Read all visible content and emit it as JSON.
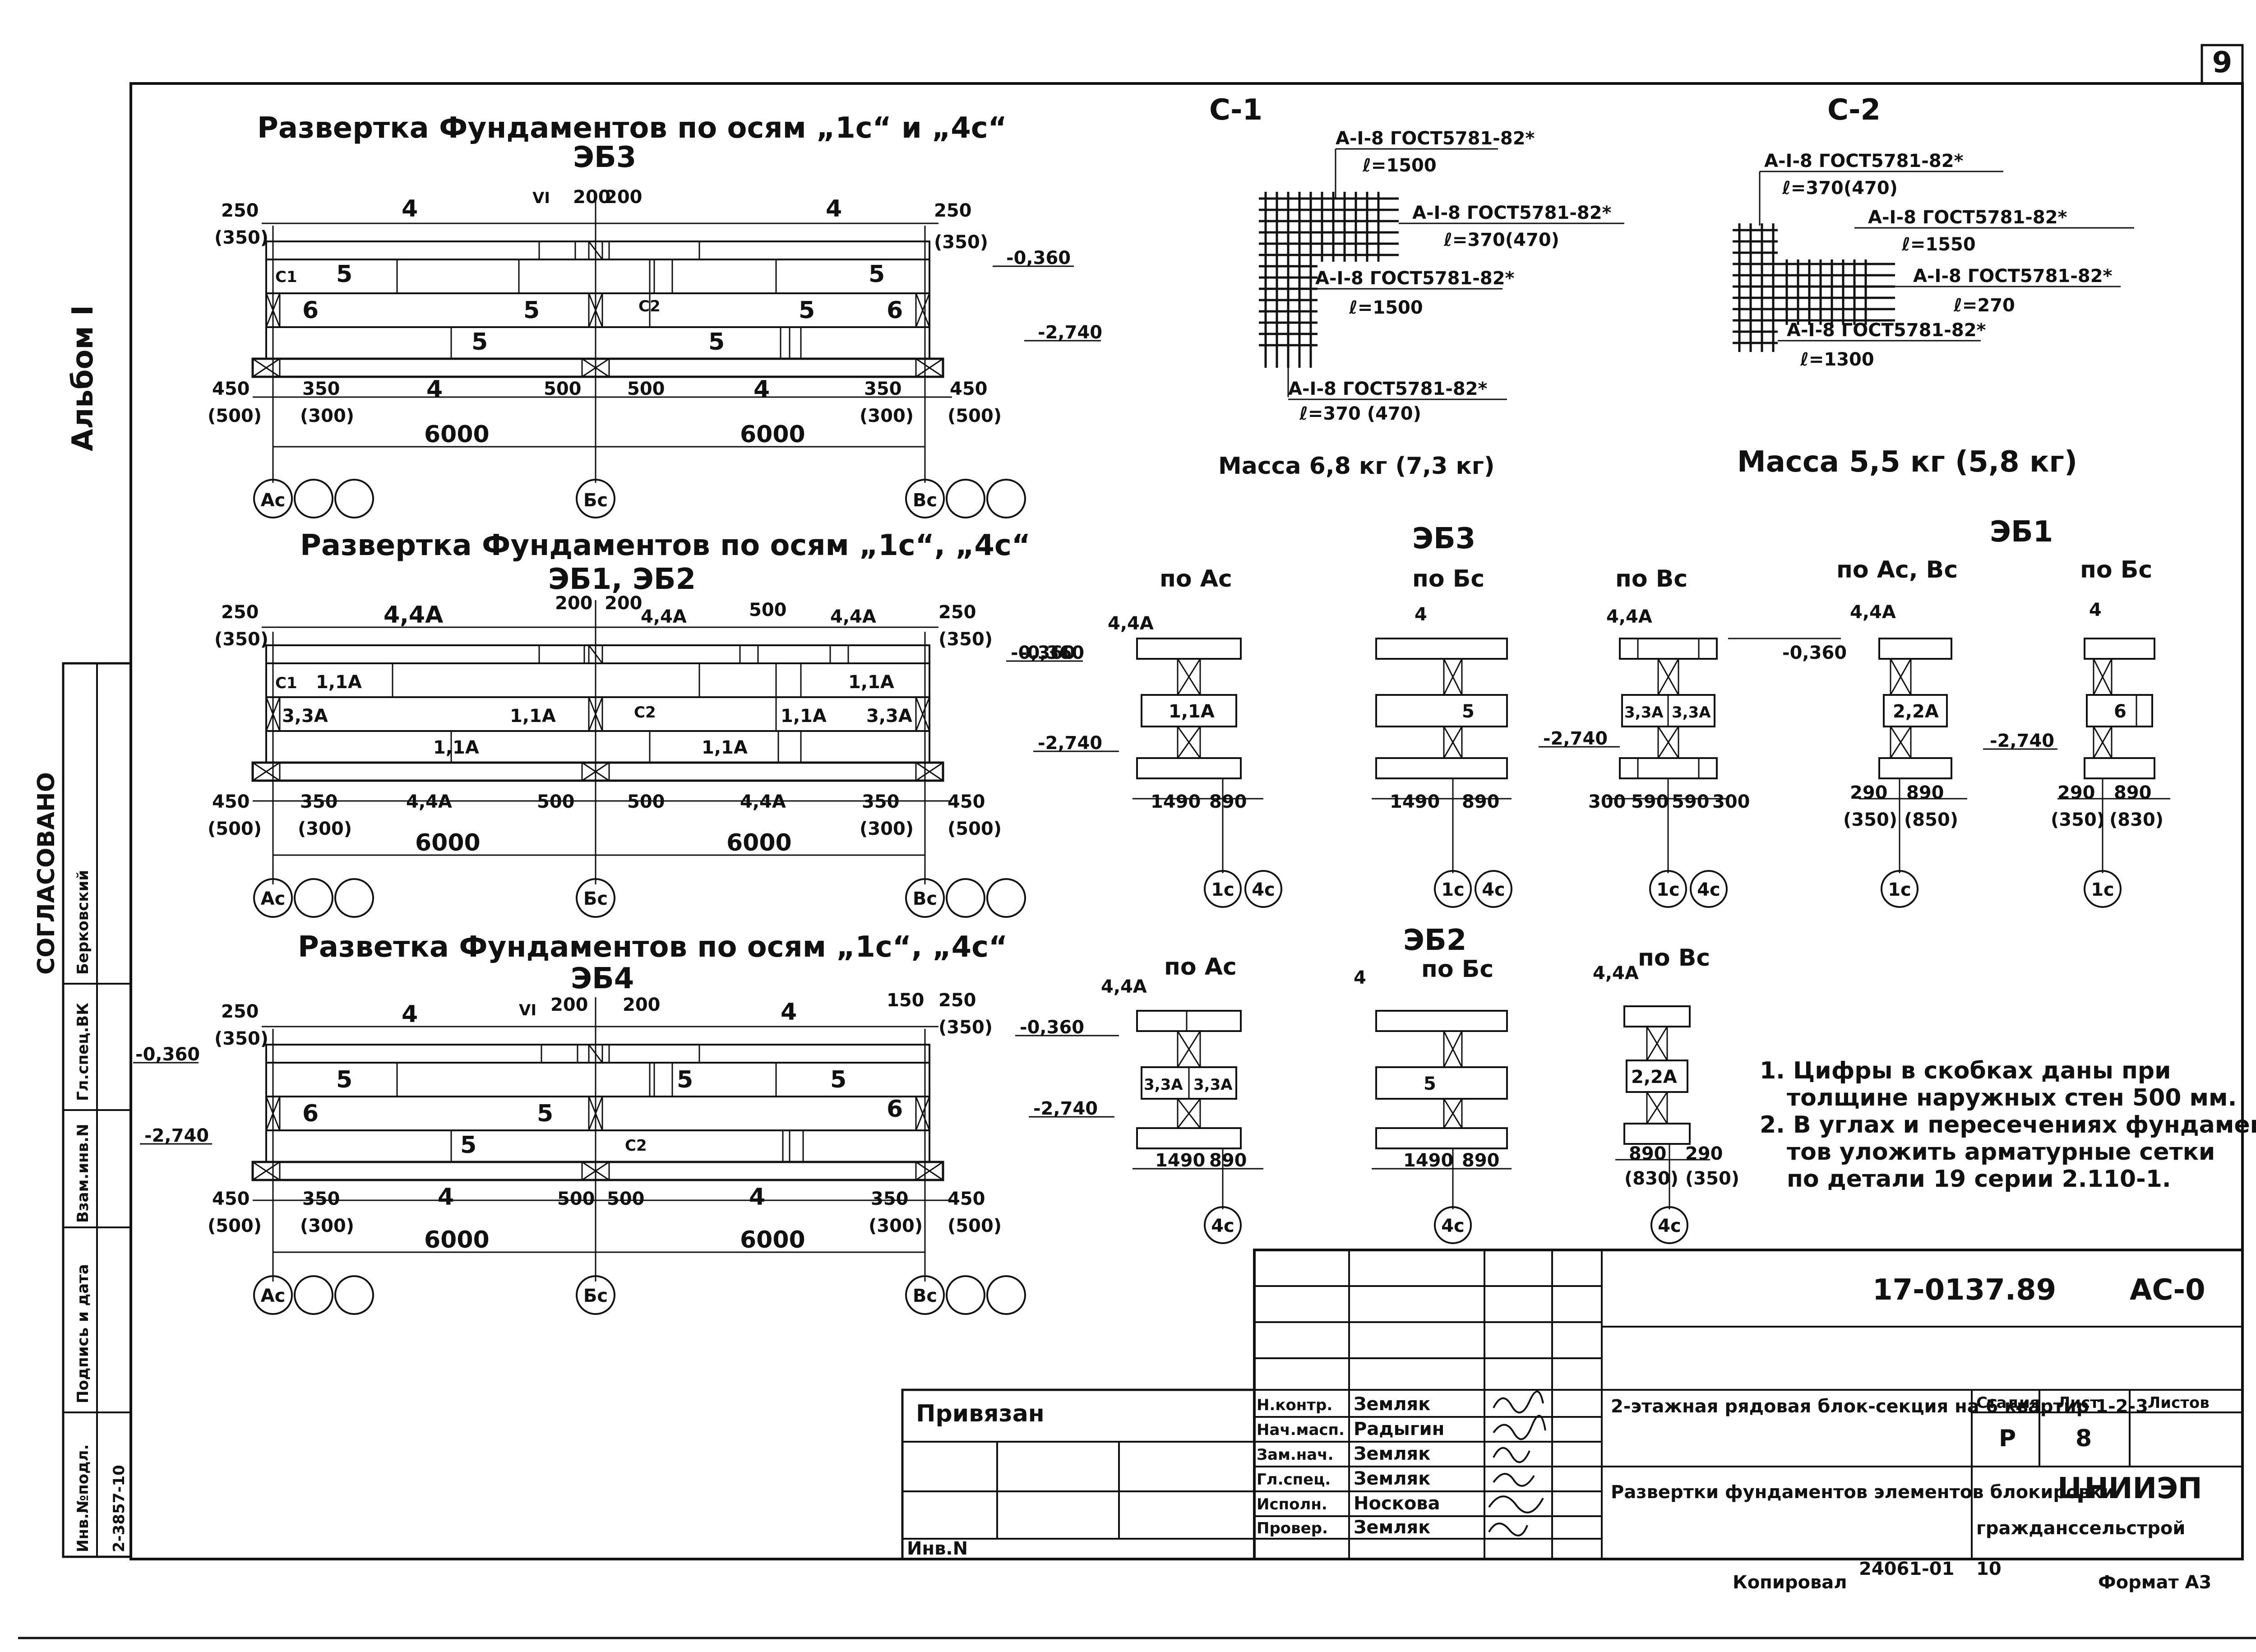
{
  "sheet_number": "9",
  "album": "Альбом I",
  "approved": {
    "title": "СОГЛАСОВАНО",
    "role1": "Гл.спец.ВК",
    "name1": "Берковский"
  },
  "left_stamp": {
    "inv_podl": "Инв.№подл.",
    "podpis": "Подпись и дата",
    "vzam": "Взам.инв.N",
    "inv_value": "2-3857-10"
  },
  "plans": [
    {
      "title": "Развертка Фундаментов по осям „1с“ и „4с“",
      "subtitle": "ЭБ3",
      "dims_top": [
        "250",
        "(350)",
        "4",
        "VI",
        "200",
        "200",
        "4",
        "250",
        "(350)"
      ],
      "level_top": "-0,360",
      "level_bot": "-2,740",
      "block_labels": [
        "С1",
        "5",
        "6",
        "5",
        "С2",
        "5",
        "6",
        "5",
        "5",
        "5"
      ],
      "dims_bottom": [
        "450",
        "(500)",
        "350",
        "(300)",
        "4",
        "500",
        "500",
        "4",
        "350",
        "(300)",
        "450",
        "(500)"
      ],
      "spans": [
        "6000",
        "6000"
      ],
      "axes": [
        "Ас",
        "Бс",
        "Вс"
      ]
    },
    {
      "title": "Развертка Фундаментов по осям „1с“, „4с“",
      "subtitle": "ЭБ1, ЭБ2",
      "dims_top": [
        "250",
        "(350)",
        "4,4А",
        "200",
        "200",
        "4,4А",
        "500",
        "4,4А",
        "250",
        "(350)"
      ],
      "level_top": "-0,360",
      "block_labels": [
        "С1",
        "1,1А",
        "3,3А",
        "1,1А",
        "С2",
        "1,1А",
        "3,3А",
        "1,1А",
        "1,1А",
        "1,1А"
      ],
      "dims_bottom": [
        "450",
        "(500)",
        "350",
        "(300)",
        "4,4А",
        "500",
        "500",
        "4,4А",
        "350",
        "(300)",
        "450",
        "(500)"
      ],
      "spans": [
        "6000",
        "6000"
      ],
      "axes": [
        "Ас",
        "Бс",
        "Вс"
      ]
    },
    {
      "title": "Разветка Фундаментов по осям „1с“, „4с“",
      "subtitle": "ЭБ4",
      "dims_top": [
        "250",
        "(350)",
        "4",
        "VI",
        "200",
        "200",
        "4",
        "150",
        "250",
        "(350)"
      ],
      "level_top": "-0,360",
      "level_bot": "-2,740",
      "block_labels": [
        "5",
        "6",
        "5",
        "5",
        "5",
        "С2",
        "6",
        "5"
      ],
      "dims_bottom": [
        "450",
        "(500)",
        "350",
        "(300)",
        "4",
        "500",
        "500",
        "4",
        "350",
        "(300)",
        "450",
        "(500)"
      ],
      "spans": [
        "6000",
        "6000"
      ],
      "axes": [
        "Ас",
        "Бс",
        "Вс"
      ]
    }
  ],
  "meshes": [
    {
      "title": "С-1",
      "callouts": [
        {
          "bar": "А-I-8 ГОСТ5781-82*",
          "len": "ℓ=1500"
        },
        {
          "bar": "А-I-8 ГОСТ5781-82*",
          "len": "ℓ=370(470)"
        },
        {
          "bar": "А-I-8 ГОСТ5781-82*",
          "len": "ℓ=1500"
        },
        {
          "bar": "А-I-8 ГОСТ5781-82*",
          "len": "ℓ=370 (470)"
        }
      ],
      "mass": "Масса 6,8 кг (7,3 кг)"
    },
    {
      "title": "С-2",
      "callouts": [
        {
          "bar": "А-I-8 ГОСТ5781-82*",
          "len": "ℓ=370(470)"
        },
        {
          "bar": "А-I-8 ГОСТ5781-82*",
          "len": "ℓ=1550"
        },
        {
          "bar": "А-I-8 ГОСТ5781-82*",
          "len": "ℓ=270"
        },
        {
          "bar": "А-I-8 ГОСТ5781-82*",
          "len": "ℓ=1300"
        }
      ],
      "mass": "Масса 5,5 кг (5,8 кг)"
    }
  ],
  "sections_row1": [
    {
      "group": "",
      "title": "по Ас",
      "mark": "4,4А",
      "block": "1,1А",
      "level_top": "-0,360",
      "level_bot": "-2,740",
      "dims": [
        "1490",
        "890"
      ],
      "axes": [
        "1с",
        "4с"
      ]
    },
    {
      "group": "ЭБ3",
      "title": "по Бс",
      "mark": "4",
      "block": "5",
      "dims": [
        "1490",
        "890"
      ],
      "axes": [
        "1с",
        "4с"
      ]
    },
    {
      "group": "",
      "title": "по Вс",
      "mark": "4,4А",
      "block": "3,3А",
      "block2": "3,3А",
      "level_top": "-0,360",
      "level_bot": "-2,740",
      "dims": [
        "300",
        "590",
        "590",
        "300"
      ],
      "axes": [
        "1с",
        "4с"
      ]
    },
    {
      "group": "ЭБ1",
      "title": "по Ас, Вс",
      "mark": "4,4А",
      "block": "2,2А",
      "level_bot": "-2,740",
      "dims": [
        "290",
        "(350)",
        "890",
        "(850)"
      ],
      "axes": [
        "1с"
      ]
    },
    {
      "group": "",
      "title": "по Бс",
      "mark": "4",
      "block": "6",
      "dims": [
        "290",
        "(350)",
        "890",
        "(830)"
      ],
      "axes": [
        "1с"
      ]
    }
  ],
  "sections_row2": [
    {
      "group": "",
      "title": "по Ас",
      "mark": "4,4А",
      "block": "3,3А",
      "block2": "3,3А",
      "level_top": "-0,360",
      "level_bot": "-2,740",
      "dims": [
        "1490",
        "890"
      ],
      "axes": [
        "4с"
      ]
    },
    {
      "group": "ЭБ2",
      "title": "по Бс",
      "mark": "4",
      "block": "5",
      "dims": [
        "1490",
        "890"
      ],
      "axes": [
        "4с"
      ]
    },
    {
      "group": "",
      "title": "по Вс",
      "mark": "4,4А",
      "block": "2,2А",
      "dims": [
        "890",
        "(830)",
        "290",
        "(350)"
      ],
      "axes": [
        "4с"
      ]
    }
  ],
  "notes": [
    "1. Цифры в скобках даны при",
    "толщине наружных стен 500 мм.",
    "2. В углах и пересечениях фундамен-",
    "тов уложить арматурные сетки",
    "по детали 19 серии 2.110-1."
  ],
  "title_block": {
    "doc_code": "17-0137.89",
    "doc_mark": "АС-0",
    "privyazan": "Привязан",
    "inv": "Инв.N",
    "roles": [
      "Н.контр.",
      "Нач.масп.",
      "Зам.нач.",
      "Гл.спец.",
      "Исполн.",
      "Провер."
    ],
    "names": [
      "Земляк",
      "Радыгин",
      "Земляк",
      "Земляк",
      "Носкова",
      "Земляк"
    ],
    "project": "2-этажная рядовая блок-секция на 6 квартир 1-2-3",
    "sheet_title": "Развертки фундаментов элементов блокировки",
    "stage_h": "Стадия",
    "list_h": "Лист",
    "lists_h": "Листов",
    "stage": "Р",
    "list": "8",
    "org": "ЦНИИЭП",
    "org2": "гражданссельстрой"
  },
  "footer": {
    "copied": "Копировал",
    "order": "24061-01",
    "num": "10",
    "format": "Формат А3"
  }
}
